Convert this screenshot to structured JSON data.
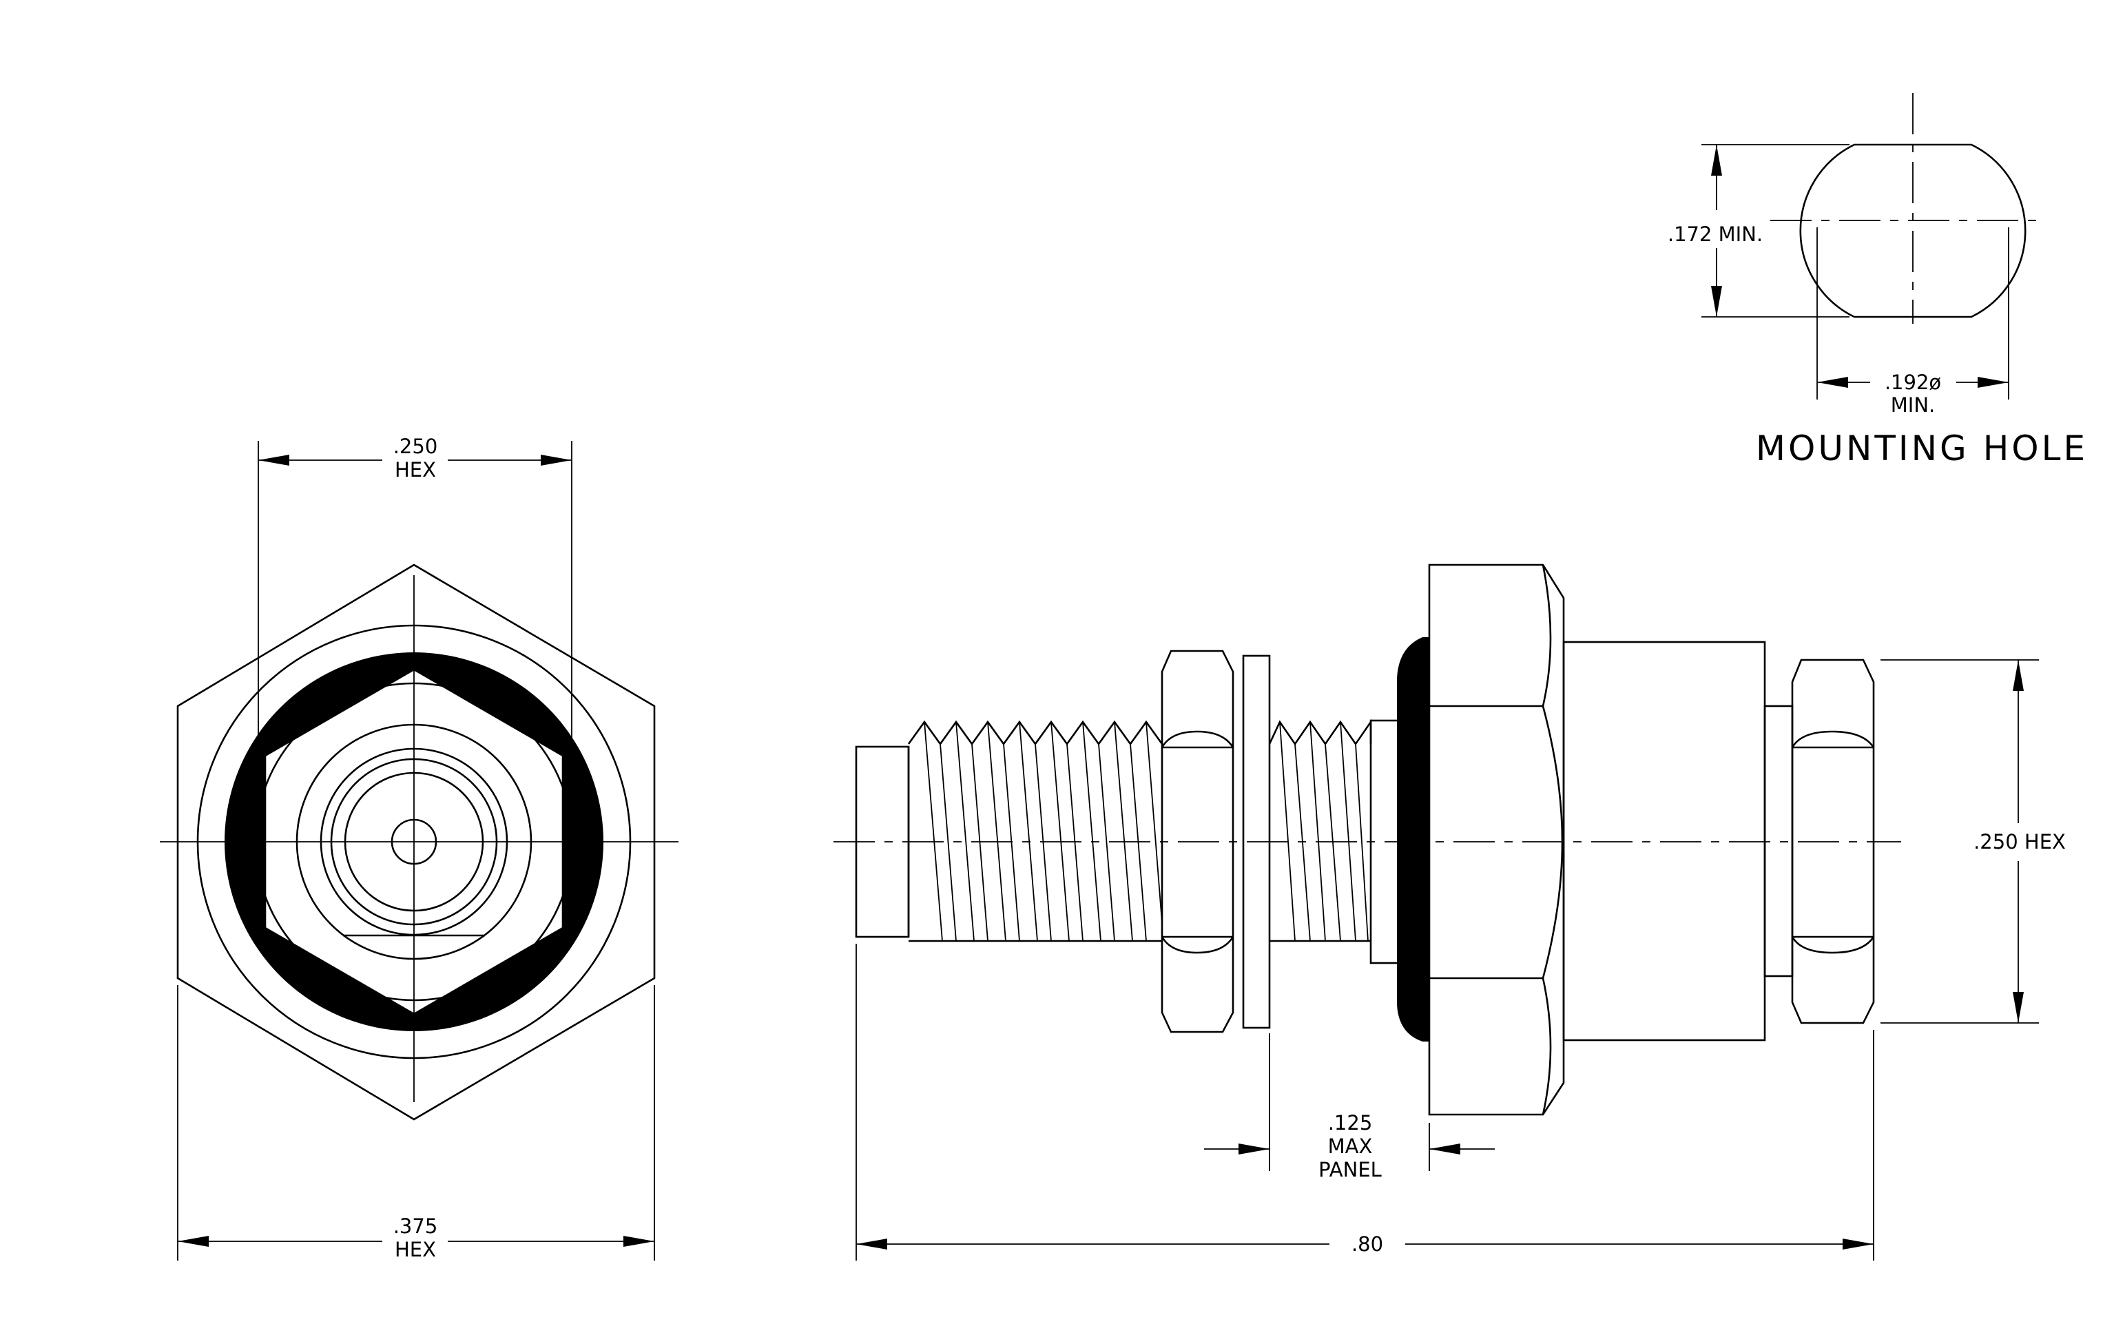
{
  "end_view": {
    "inner_hex_label": ".250",
    "inner_hex_sub": "HEX",
    "outer_hex_label": ".375",
    "outer_hex_sub": "HEX"
  },
  "side_view": {
    "panel_dim_line1": ".125",
    "panel_dim_line2": "MAX",
    "panel_dim_line3": "PANEL",
    "overall_length": ".80",
    "right_hex_label": ".250  HEX"
  },
  "mounting_hole": {
    "flat_dim": ".172  MIN.",
    "diameter_dim": ".192ø",
    "diameter_sub": "MIN.",
    "title": "MOUNTING  HOLE"
  }
}
